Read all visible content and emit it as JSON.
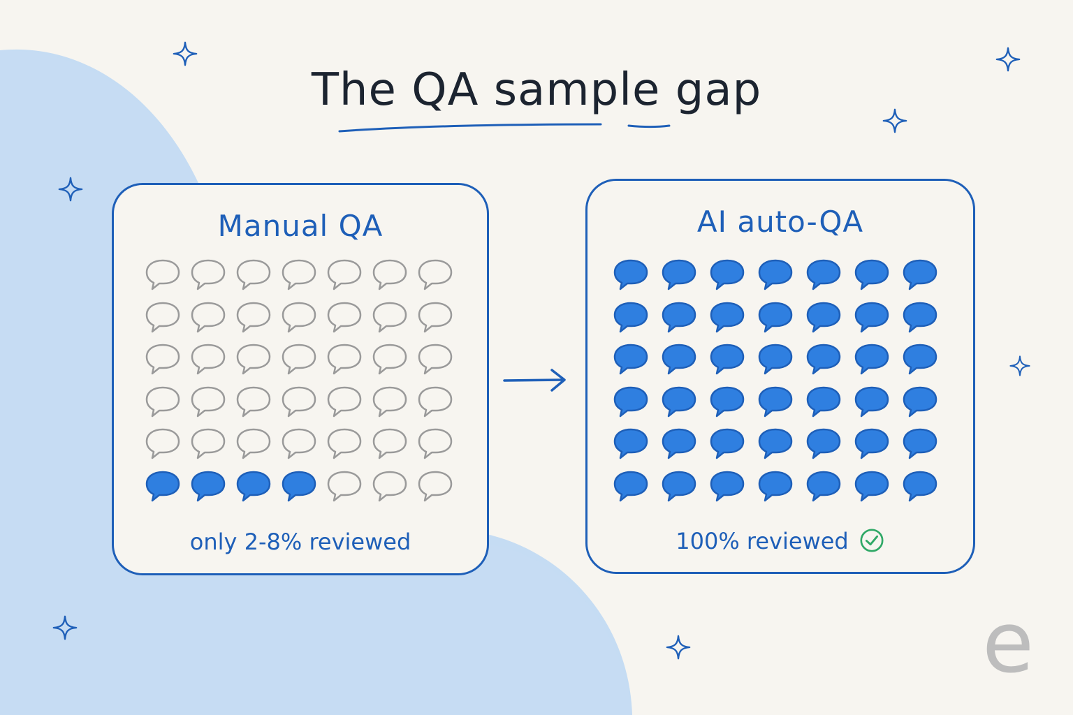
{
  "title": "The QA sample gap",
  "colors": {
    "accent": "#1e5fb8",
    "bubble_fill": "#2f7fe0",
    "bubble_empty": "#9a9a9a",
    "check": "#2fa866",
    "blob": "#c5dcf3",
    "background": "#f7f5f0"
  },
  "panels": {
    "manual": {
      "heading": "Manual QA",
      "caption": "only 2-8% reviewed",
      "grid": {
        "rows": 6,
        "cols": 7,
        "filled_count": 4,
        "filled_position": "bottom-left row"
      }
    },
    "ai": {
      "heading": "AI auto-QA",
      "caption": "100% reviewed",
      "caption_icon": "check-circle-icon",
      "grid": {
        "rows": 6,
        "cols": 7,
        "filled_count": 42
      }
    }
  },
  "connector_icon": "arrow-right-icon",
  "logo_text": "e"
}
